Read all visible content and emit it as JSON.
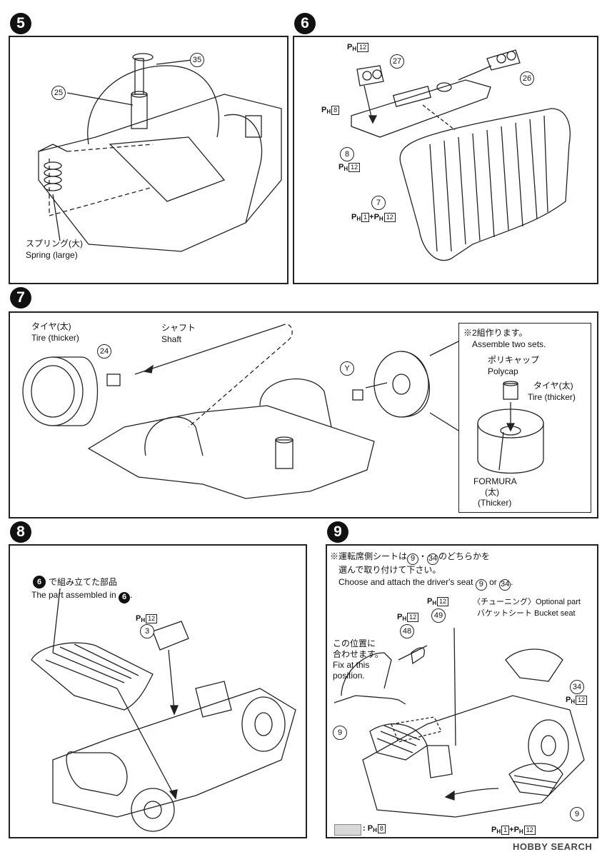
{
  "steps": {
    "s5": {
      "number": "5",
      "parts": [
        "35",
        "25"
      ],
      "label_jp": "スプリング(大)",
      "label_en": "Spring (large)"
    },
    "s6": {
      "number": "6",
      "parts": [
        "27",
        "26",
        "8",
        "7"
      ],
      "ph_top": "12",
      "ph_left": "8",
      "ph_8": "12",
      "ph_7a": "1",
      "ph_7b": "12",
      "plus": "+"
    },
    "s7": {
      "number": "7",
      "tire_jp": "タイヤ(太)",
      "tire_en": "Tire (thicker)",
      "shaft_jp": "シャフト",
      "shaft_en": "Shaft",
      "part_24": "24",
      "part_y": "Y",
      "inset": {
        "note_jp": "※2組作ります。",
        "note_en": "Assemble two sets.",
        "polycap_jp": "ポリキャップ",
        "polycap_en": "Polycap",
        "tire_jp": "タイヤ(太)",
        "tire_en": "Tire (thicker)",
        "formura": "FORMURA",
        "formura_jp": "(太)",
        "formura_en": "(Thicker)"
      }
    },
    "s8": {
      "number": "8",
      "note_num": "6",
      "note_jp": "で組み立てた部品",
      "note_en_a": "The part assembled in",
      "note_en_b": ".",
      "part_3": "3",
      "ph_3": "12"
    },
    "s9": {
      "number": "9",
      "note_jp1a": "※運転席側シートは",
      "note_jp1b": "のどちらかを",
      "note_jp2": "選んで取り付けて下さい。",
      "note_en_a": "Choose and attach the driver's seat",
      "note_en_or": "or",
      "note_en_end": ".",
      "part_9": "9",
      "part_34": "34",
      "part_48": "48",
      "part_49": "49",
      "ph_48": "12",
      "ph_49": "12",
      "ph_34": "12",
      "tuning_jp": "〈チューニング〉Optional part",
      "bucket": "バケットシート Bucket seat",
      "pos_jp1": "この位置に",
      "pos_jp2": "合わせます。",
      "pos_en1": "Fix at this",
      "pos_en2": "position.",
      "ph_9a": "1",
      "ph_9b": "12",
      "plus": "+",
      "legend_ph": "8",
      "legend_colon": ":"
    }
  },
  "ph_letter": "P",
  "ph_sub": "H",
  "watermark": "HOBBY SEARCH"
}
